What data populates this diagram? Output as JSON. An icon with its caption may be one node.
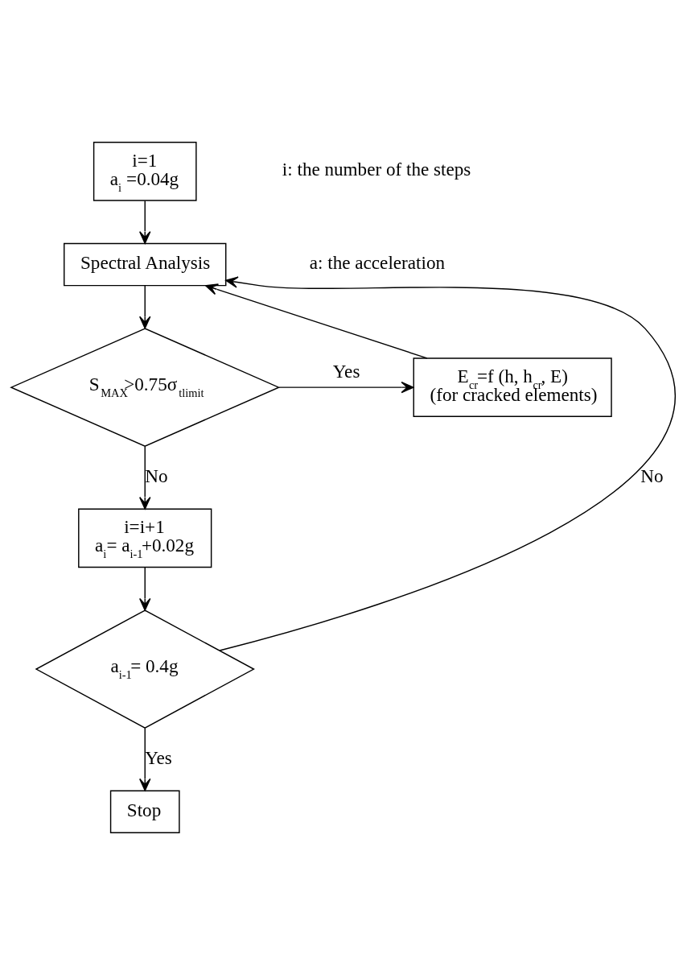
{
  "diagram": {
    "nodes": [
      {
        "text": [
          "i=1",
          "a$_{i}$ =0.04g"
        ]
      },
      {
        "text": [
          "Spectral Analysis"
        ]
      },
      {
        "text": [
          "S$_{MAX}$>0.75σ$_{tlimit}$"
        ]
      },
      {
        "text": [
          "E$_{cr}$=f (h, h$_{cr}$, E)",
          "(for cracked elements)"
        ]
      },
      {
        "text": [
          "i=i+1",
          "a$_{i}$= a$_{i-1}$+0.02g"
        ]
      },
      {
        "text": [
          "a$_{i-1}$= 0.4g"
        ]
      },
      {
        "text": [
          "Stop"
        ]
      }
    ],
    "edges": [
      {
        "from": 0,
        "to": 1,
        "arrow": "to"
      },
      {
        "from": 1,
        "to": 2,
        "arrow": "to"
      },
      {
        "from": 2,
        "to": 3,
        "arrow": "to",
        "label": "Yes"
      },
      {
        "from": 3,
        "to": 1,
        "arrow": "to"
      },
      {
        "from": 2,
        "to": 4,
        "arrow": "to",
        "label": "No"
      },
      {
        "from": 4,
        "to": 5,
        "arrow": "to"
      },
      {
        "from": 5,
        "to": 1,
        "arrow": "to",
        "label": "No"
      },
      {
        "from": 5,
        "to": 6,
        "arrow": "to",
        "label": "Yes"
      }
    ],
    "labels": [
      "i: the number of the steps",
      "a: the acceleration"
    ]
  }
}
